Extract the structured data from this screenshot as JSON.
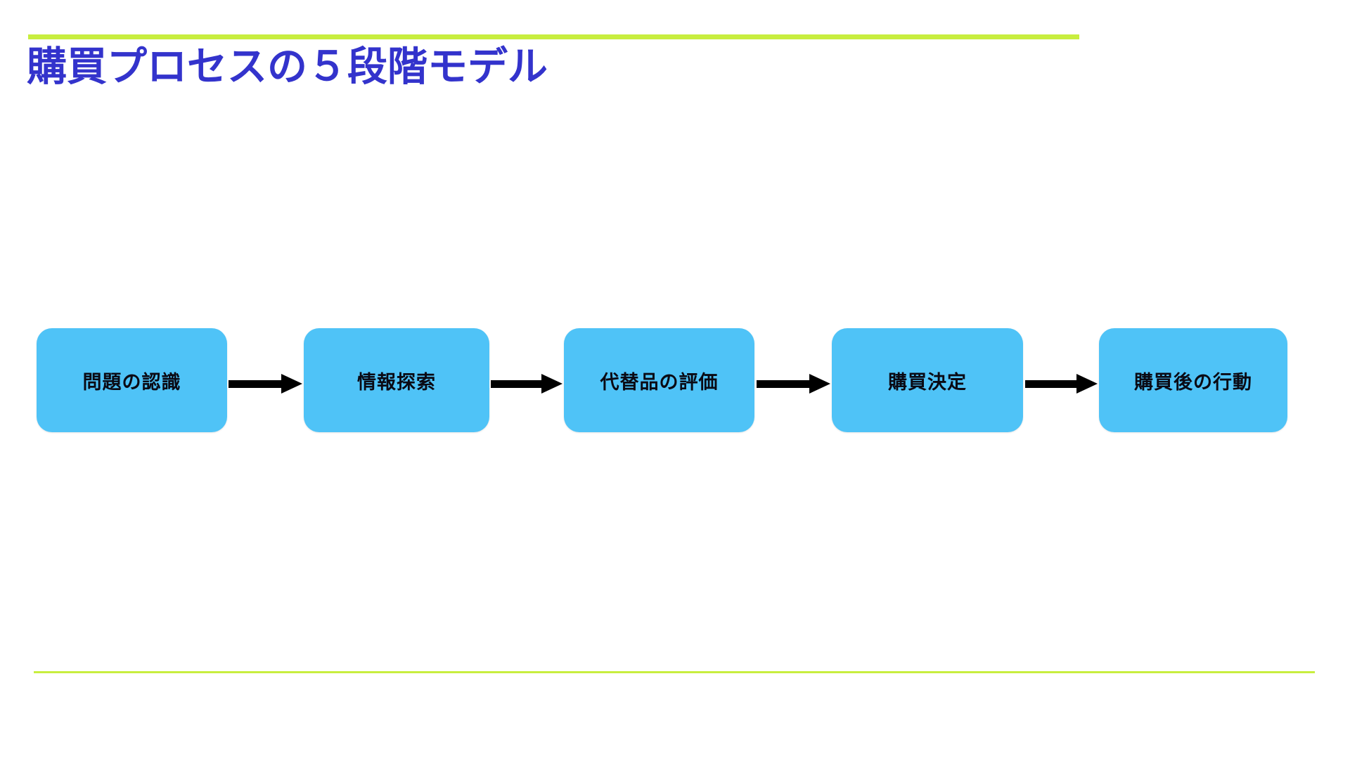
{
  "slide": {
    "title": "購買プロセスの５段階モデル",
    "background_color": "#FFFFFF",
    "title_color": "#3333CC",
    "accent_color": "#C8EE3F",
    "node_fill_color": "#4FC3F7",
    "node_text_color": "#0A0A14",
    "arrow_color": "#000000"
  },
  "chart_data": {
    "type": "diagram",
    "title": "購買プロセスの５段階モデル",
    "flow_direction": "left-to-right",
    "node_count": 5,
    "nodes": [
      {
        "index": 1,
        "label": "問題の認識"
      },
      {
        "index": 2,
        "label": "情報探索"
      },
      {
        "index": 3,
        "label": "代替品の評価"
      },
      {
        "index": 4,
        "label": "購買決定"
      },
      {
        "index": 5,
        "label": "購買後の行動"
      }
    ],
    "connectors": [
      {
        "from": "問題の認識",
        "to": "情報探索",
        "kind": "arrow"
      },
      {
        "from": "情報探索",
        "to": "代替品の評価",
        "kind": "arrow"
      },
      {
        "from": "代替品の評価",
        "to": "購買決定",
        "kind": "arrow"
      },
      {
        "from": "購買決定",
        "to": "購買後の行動",
        "kind": "arrow"
      }
    ]
  }
}
